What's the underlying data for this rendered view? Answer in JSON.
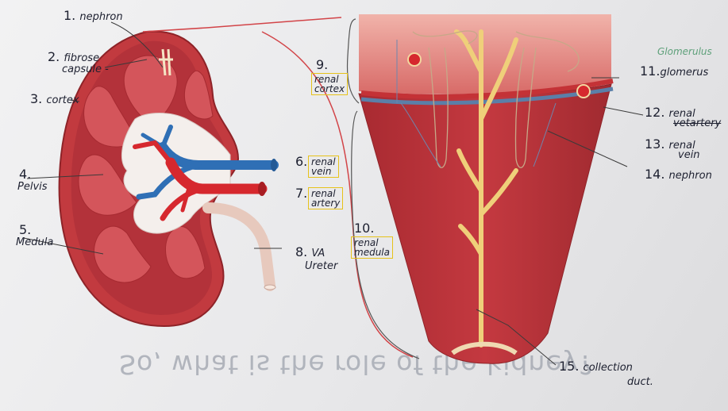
{
  "labels": {
    "l1_num": "1.",
    "l1_text": "nephron",
    "l2_num": "2.",
    "l2_text": "fibrose",
    "l2_text2": "capsule -",
    "l3_num": "3.",
    "l3_text": "cortex",
    "l4_num": "4.",
    "l4_text": "Pelvis",
    "l5_num": "5.",
    "l5_text": "Medula",
    "l6_num": "6.",
    "l6_text": "renal",
    "l6_text2": "vein",
    "l7_num": "7.",
    "l7_text": "renal",
    "l7_text2": "artery",
    "l8_num": "8.",
    "l8_text": "VA",
    "l8_text2": "Ureter",
    "l9_num": "9.",
    "l9_text": "renal",
    "l9_text2": "cortex",
    "l10_num": "10.",
    "l10_text": "renal",
    "l10_text2": "medula",
    "l11_num": "11.",
    "l11_text": "glomerus",
    "l11_above": "Glomerulus",
    "l12_num": "12.",
    "l12_text": "renal",
    "l12_text2": "vetartery",
    "l13_num": "13.",
    "l13_text": "renal",
    "l13_text2": "vein",
    "l14_num": "14.",
    "l14_text": "nephron",
    "l15_num": "15.",
    "l15_text": "collection",
    "l15_text2": "duct."
  },
  "page_question": "So, what is the role of the kidney?",
  "colors": {
    "kidney_outer": "#c73a3f",
    "kidney_cortex": "#b8333b",
    "pyramid": "#d7565c",
    "pelvis": "#f6f1ee",
    "vein": "#2f6fb5",
    "artery": "#d6282e",
    "ureter": "#f3ddd2",
    "duct": "#f2d184",
    "highlight_box": "#e6c21a"
  }
}
